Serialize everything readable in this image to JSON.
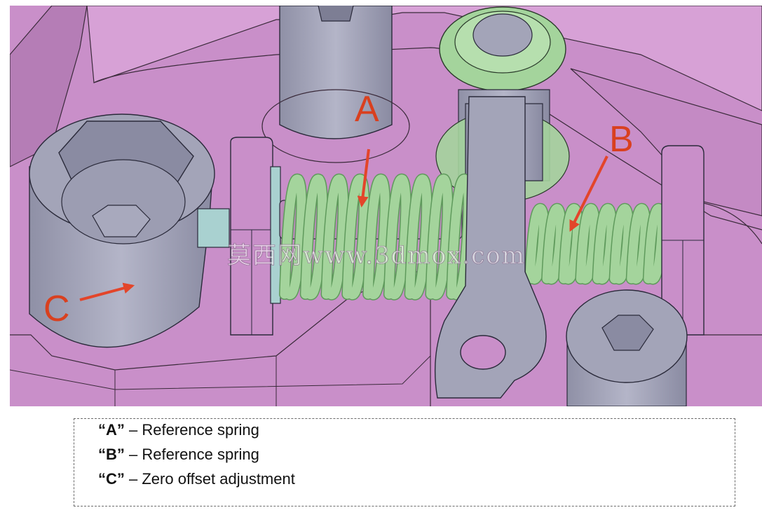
{
  "diagram": {
    "callouts": [
      {
        "id": "A",
        "text": "A"
      },
      {
        "id": "B",
        "text": "B"
      },
      {
        "id": "C",
        "text": "C"
      }
    ],
    "watermark": "莫西网www.3dmox.com",
    "colors": {
      "housing": "#c98fc9",
      "housing_dark": "#9a6a9c",
      "spring": "#a4d49c",
      "spring_dark": "#5f9a5c",
      "metal": "#a3a4b8",
      "metal_dark": "#6e6f86",
      "arrow": "#e3452a"
    }
  },
  "legend": {
    "items": [
      {
        "key": "“A”",
        "sep": " – ",
        "description": "Reference spring"
      },
      {
        "key": "“B”",
        "sep": " – ",
        "description": "Reference spring"
      },
      {
        "key": "“C”",
        "sep": " – ",
        "description": "Zero offset adjustment"
      }
    ]
  }
}
